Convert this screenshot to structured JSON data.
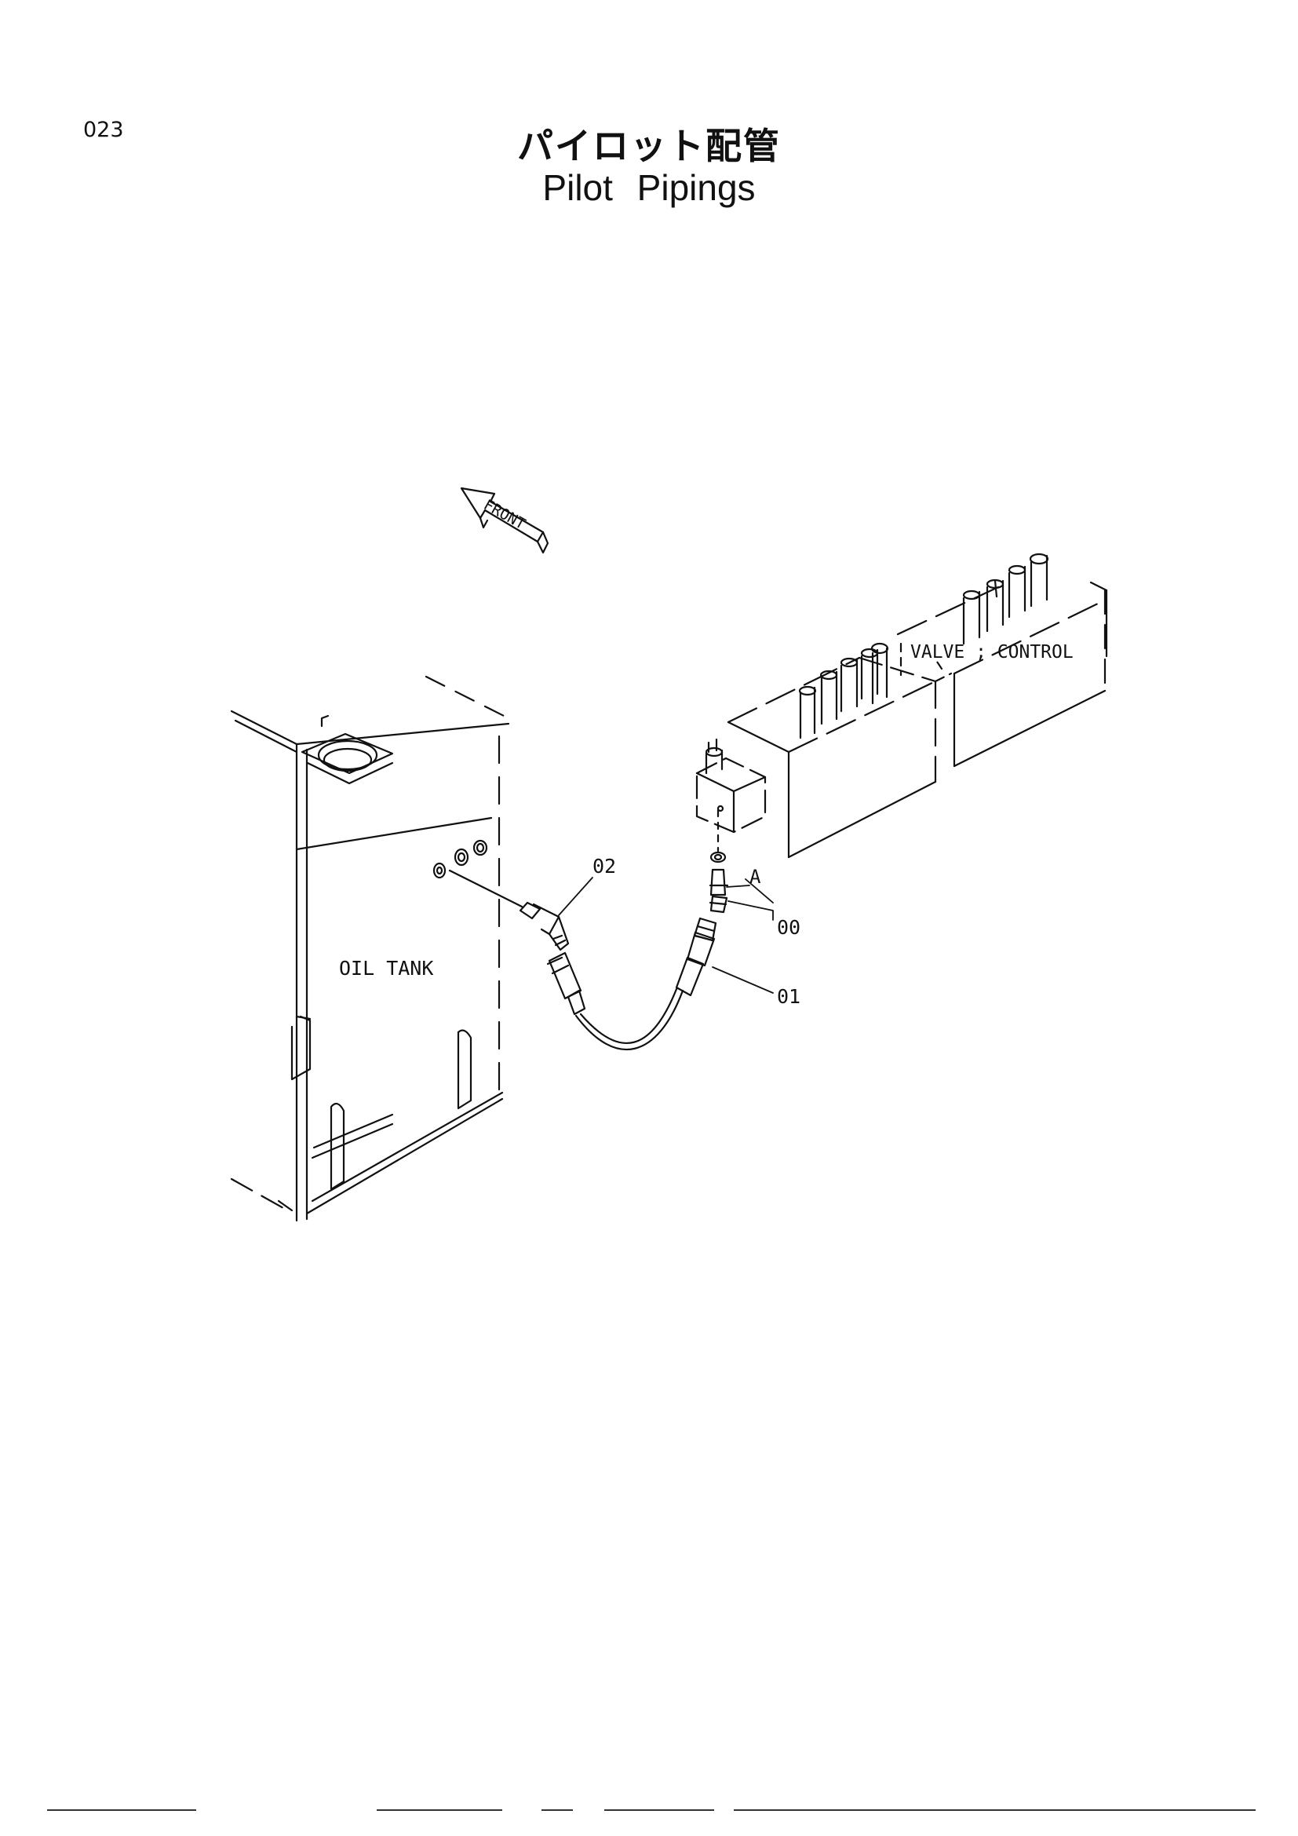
{
  "header": {
    "page_number": "023",
    "title_jp": "パイロット配管",
    "title_en": "Pilot Pipings"
  },
  "diagram": {
    "direction_label": "FRONT",
    "components": {
      "tank": "OIL TANK",
      "valve": "VALVE ; CONTROL"
    },
    "callouts": {
      "hose": "01",
      "elbow_fitting": "02",
      "adapter": "00",
      "port": "A"
    }
  }
}
